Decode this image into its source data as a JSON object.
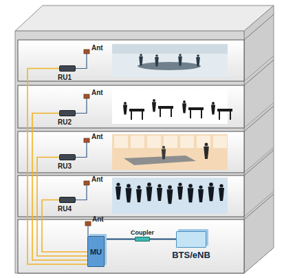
{
  "diagram": {
    "nodes": [
      {
        "text": [
          "RU1"
        ]
      },
      {
        "text": [
          "RU2"
        ]
      },
      {
        "text": [
          "RU3"
        ]
      },
      {
        "text": [
          "RU4"
        ]
      },
      {
        "text": [
          "MU"
        ]
      },
      {
        "text": [
          "Coupler"
        ]
      },
      {
        "text": [
          "BTS/eNB"
        ]
      }
    ],
    "edges": [
      {
        "from": 0,
        "to": 4,
        "arrow": "none"
      },
      {
        "from": 1,
        "to": 4,
        "arrow": "none"
      },
      {
        "from": 2,
        "to": 4,
        "arrow": "none"
      },
      {
        "from": 3,
        "to": 4,
        "arrow": "none"
      },
      {
        "from": 4,
        "to": 5,
        "arrow": "none"
      },
      {
        "from": 5,
        "to": 6,
        "arrow": "none"
      }
    ],
    "labels": [
      "Ant",
      "Ant",
      "Ant",
      "Ant",
      "Ant"
    ]
  }
}
